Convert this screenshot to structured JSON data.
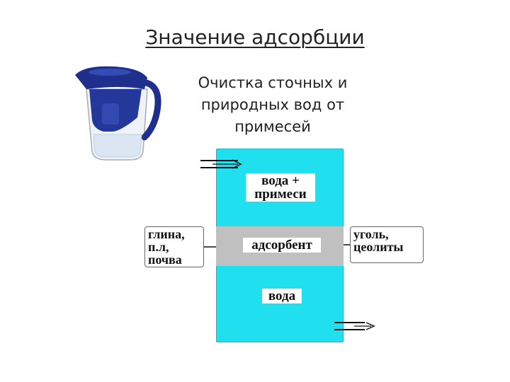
{
  "title": "Значение адсорбции",
  "subtitle": "Очистка сточных и природных вод от примесей",
  "diagram": {
    "top_label": "вода +\nпримеси",
    "middle_label": "адсорбент",
    "bottom_label": "вода",
    "left_box": "глина,\nп.л,\nпочва",
    "right_box": "уголь,\nцеолиты"
  },
  "colors": {
    "water": "#20e0f0",
    "adsorbent": "#c0c0c0",
    "jug": "#1e2f8c"
  },
  "icons": [
    "water-filter-jug-icon",
    "inlet-arrow-icon",
    "outlet-arrow-icon"
  ]
}
